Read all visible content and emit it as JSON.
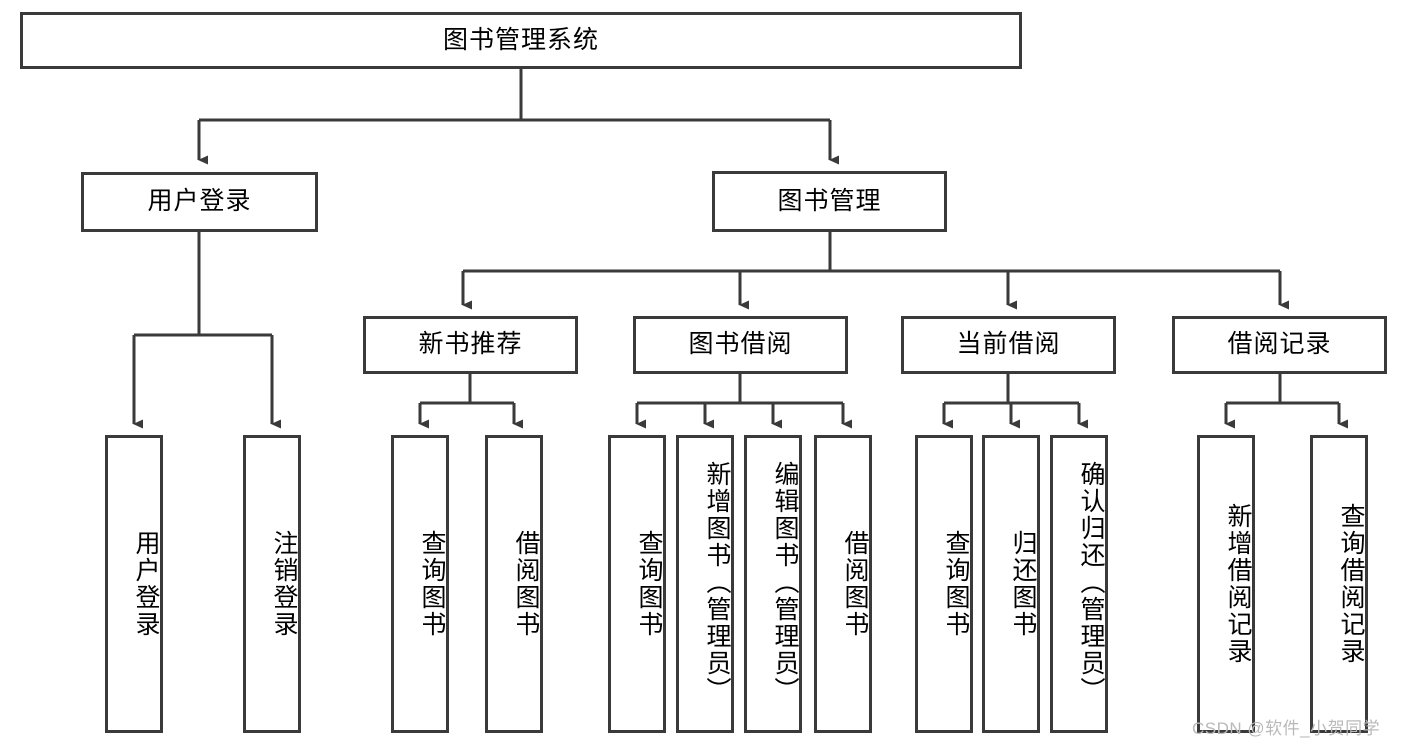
{
  "diagram": {
    "title": "图书管理系统",
    "type": "hierarchy-tree",
    "watermark": "CSDN @软件_小贺同学",
    "colors": {
      "background": "#ffffff",
      "border": "#3a3a3a",
      "text": "#000000",
      "connector": "#3a3a3a",
      "watermark": "#b9b9b9"
    },
    "root": {
      "label": "图书管理系统"
    },
    "level2": [
      {
        "label": "用户登录"
      },
      {
        "label": "图书管理"
      }
    ],
    "level3": [
      {
        "label": "新书推荐"
      },
      {
        "label": "图书借阅"
      },
      {
        "label": "当前借阅"
      },
      {
        "label": "借阅记录"
      }
    ],
    "leaves": {
      "user_login": [
        {
          "label": "用户登录"
        },
        {
          "label": "注销登录"
        }
      ],
      "new_book": [
        {
          "label": "查询图书"
        },
        {
          "label": "借阅图书"
        }
      ],
      "book_borrow": [
        {
          "label": "查询图书"
        },
        {
          "label": "新增图书（管理员）"
        },
        {
          "label": "编辑图书（管理员）"
        },
        {
          "label": "借阅图书"
        }
      ],
      "current_borrow": [
        {
          "label": "查询图书"
        },
        {
          "label": "归还图书"
        },
        {
          "label": "确认归还（管理员）"
        }
      ],
      "borrow_record": [
        {
          "label": "新增借阅记录"
        },
        {
          "label": "查询借阅记录"
        }
      ]
    }
  }
}
